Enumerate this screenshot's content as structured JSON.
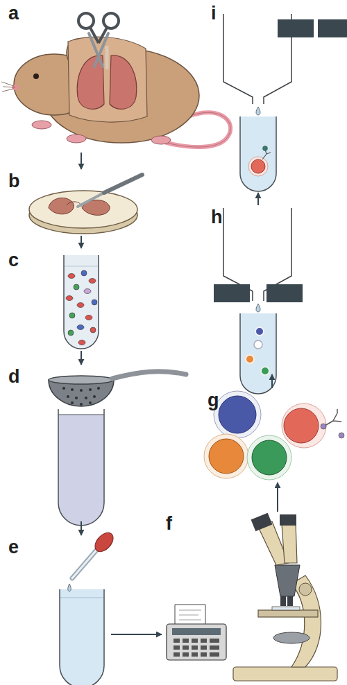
{
  "diagram": {
    "nodes": [
      {
        "text": [
          "a"
        ]
      },
      {
        "text": [
          "b"
        ]
      },
      {
        "text": [
          "c"
        ]
      },
      {
        "text": [
          "d"
        ]
      },
      {
        "text": [
          "e"
        ]
      },
      {
        "text": [
          "f"
        ]
      },
      {
        "text": [
          "g"
        ]
      },
      {
        "text": [
          "h"
        ]
      },
      {
        "text": [
          "i"
        ]
      }
    ],
    "edges": [
      {
        "from": 0,
        "to": 1,
        "arrow": "to"
      },
      {
        "from": 1,
        "to": 2,
        "arrow": "to"
      },
      {
        "from": 2,
        "to": 3,
        "arrow": "to"
      },
      {
        "from": 3,
        "to": 4,
        "arrow": "to"
      },
      {
        "from": 4,
        "to": 5,
        "arrow": "to"
      },
      {
        "from": 5,
        "to": 6,
        "arrow": "to"
      },
      {
        "from": 6,
        "to": 7,
        "arrow": "to"
      },
      {
        "from": 7,
        "to": 8,
        "arrow": "to"
      }
    ]
  }
}
